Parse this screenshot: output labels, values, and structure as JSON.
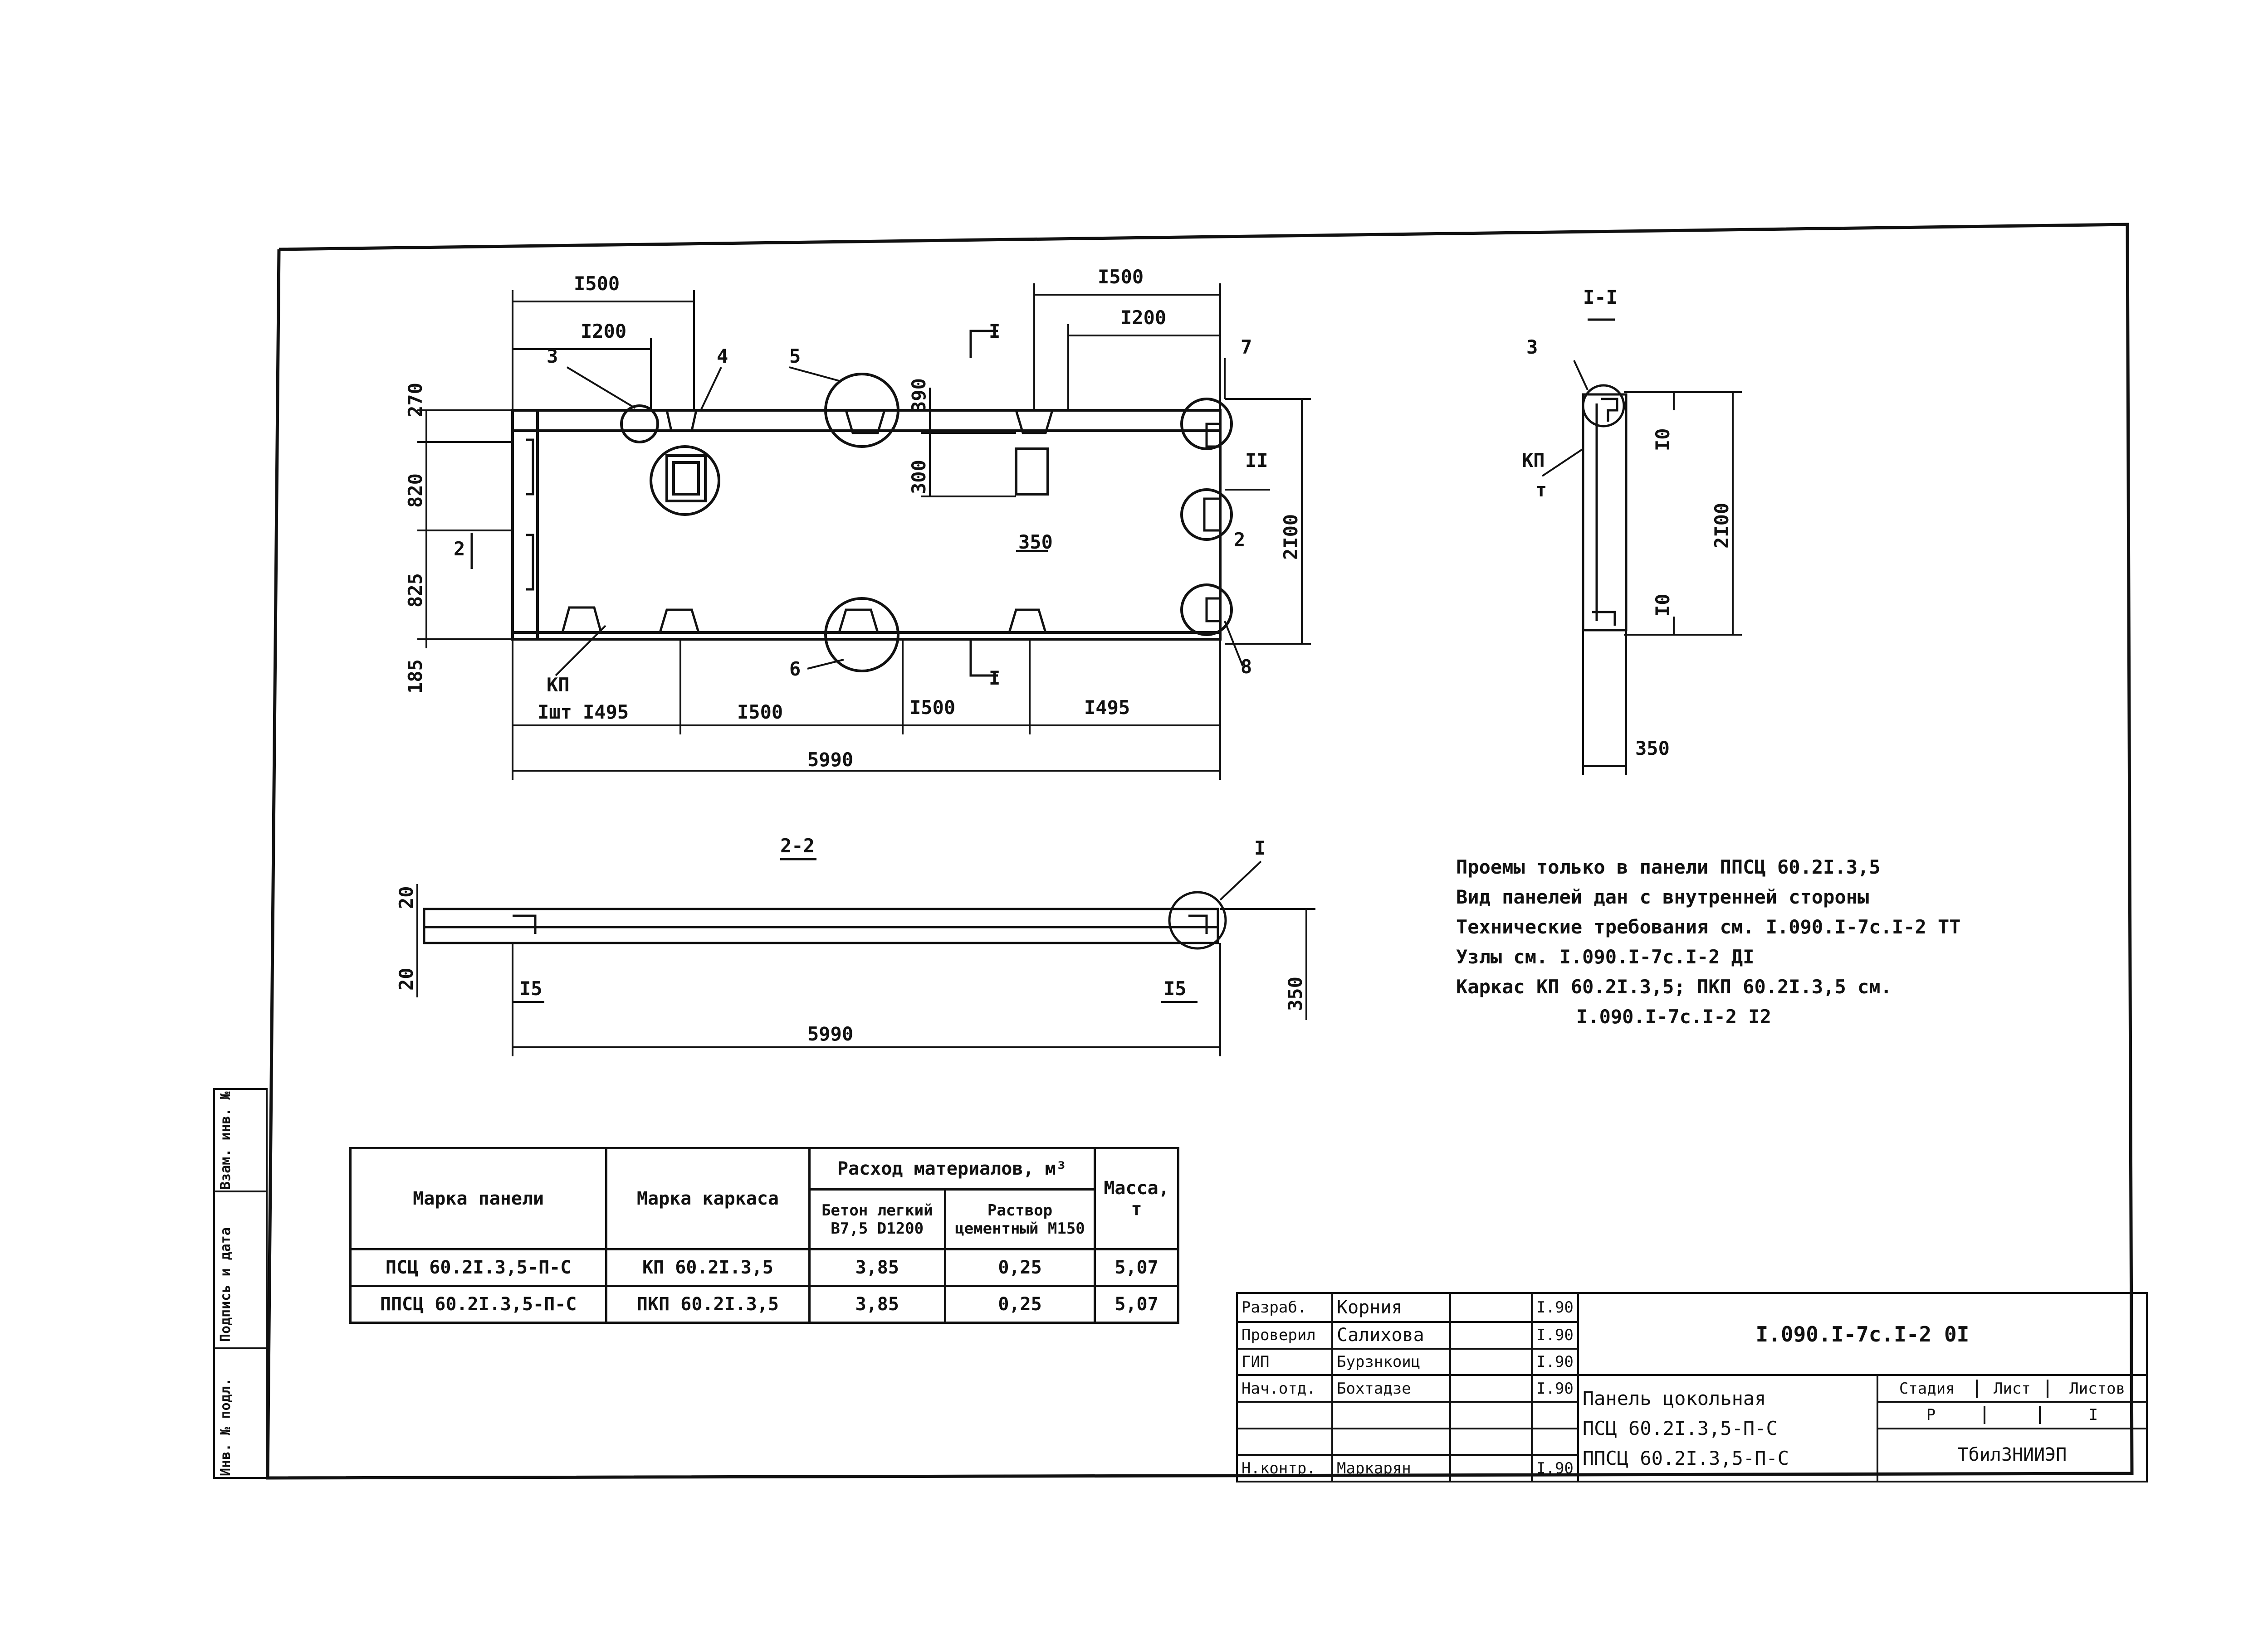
{
  "plan": {
    "dims_top": {
      "opening_left_outer": "I500",
      "opening_left_inner": "I200",
      "opening_right_outer": "I500",
      "opening_right_inner": "I200"
    },
    "dims_left": {
      "d270": "270",
      "d820": "820",
      "d825": "825",
      "d185": "185"
    },
    "dims_right": {
      "height": "2I00"
    },
    "dims_inner": {
      "d390": "390",
      "d300": "300",
      "d350": "350"
    },
    "dims_bottom": {
      "kp": "КП",
      "kpt": "Iшт",
      "d1495a": "I495",
      "d1500a": "I500",
      "d1500b": "I500",
      "d1495b": "I495",
      "total": "5990"
    },
    "callouts": {
      "c3": "3",
      "c4": "4",
      "c5": "5",
      "c6": "6",
      "c7": "7",
      "c8": "8",
      "c11": "II",
      "c2": "2",
      "c2l": "2",
      "sec1": "I",
      "sec1b": "I"
    }
  },
  "section11": {
    "title": "I-I",
    "callout": "3",
    "kp": "КП",
    "kpt": "т",
    "d10a": "I0",
    "d10b": "I0",
    "height": "2I00",
    "width": "350"
  },
  "section22": {
    "title": "2-2",
    "callout": "I",
    "d20a": "20",
    "d20b": "20",
    "d15a": "I5",
    "d15b": "I5",
    "d350": "350",
    "total": "5990"
  },
  "notes": [
    "Проемы только в панели ППСЦ 60.2I.3,5",
    "Вид панелей дан с внутренней стороны",
    "Технические требования см. I.090.I-7с.I-2 ТТ",
    "Узлы см.   I.090.I-7с.I-2 ДI",
    "Каркас   КП 60.2I.3,5;  ПКП 60.2I.3,5 см.",
    "          I.090.I-7с.I-2 I2"
  ],
  "table": {
    "h_panel": "Марка панели",
    "h_frame": "Марка каркаса",
    "h_consumption": "Расход материалов, м³",
    "h_concrete": "Бетон легкий В7,5 D1200",
    "h_mortar": "Раствор цементный М150",
    "h_mass": "Масса, т",
    "rows": [
      {
        "panel": "ПСЦ 60.2I.3,5-П-С",
        "frame": "КП 60.2I.3,5",
        "concrete": "3,85",
        "mortar": "0,25",
        "mass": "5,07"
      },
      {
        "panel": "ППСЦ 60.2I.3,5-П-С",
        "frame": "ПКП 60.2I.3,5",
        "concrete": "3,85",
        "mortar": "0,25",
        "mass": "5,07"
      }
    ]
  },
  "stamp": {
    "r1_role": "Разраб.",
    "r1_name": "Корния",
    "r1_date": "I.90",
    "r2_role": "Проверил",
    "r2_name": "Салихова",
    "r2_date": "I.90",
    "r3_role": "ГИП",
    "r3_name": "Бурзнкоиц",
    "r3_date": "I.90",
    "r4_role": "Нач.отд.",
    "r4_name": "Бохтадзе",
    "r4_date": "I.90",
    "r5_role": "Н.контр.",
    "r5_name": "Маркарян",
    "r5_date": "I.90",
    "code": "I.090.I-7с.I-2 0I",
    "title1": "Панель цокольная",
    "title2": "ПСЦ 60.2I.3,5-П-С",
    "title3": "ППСЦ 60.2I.3,5-П-С",
    "h_stage": "Стадия",
    "h_sheet": "Лист",
    "h_sheets": "Листов",
    "stage": "Р",
    "sheet": "",
    "sheets": "I",
    "org": "ТбилЗНИИЭП"
  },
  "side": {
    "l1": "Инв. № подл.",
    "l2": "Подпись и дата",
    "l3": "Взам. инв. №"
  }
}
